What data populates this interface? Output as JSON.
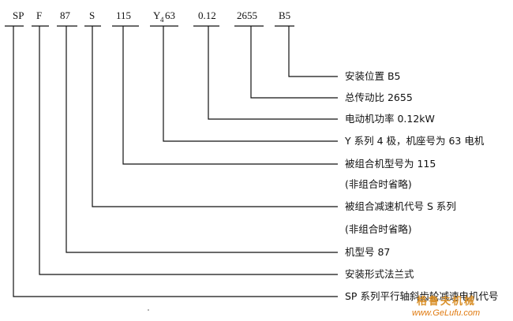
{
  "codes": [
    {
      "text": "SP"
    },
    {
      "text": "F"
    },
    {
      "text": "87"
    },
    {
      "text": "S"
    },
    {
      "text": "115"
    },
    {
      "text": "Y",
      "sub": "4",
      "tail": "63"
    },
    {
      "text": "0.12"
    },
    {
      "text": "2655"
    },
    {
      "text": "B5"
    }
  ],
  "descriptions": [
    "安装位置 B5",
    "总传动比 2655",
    "电动机功率 0.12kW",
    "Y 系列 4 极，机座号为 63 电机",
    "被组合机型号为 115",
    "(非组合时省略)",
    "被组合减速机代号 S 系列",
    "(非组合时省略)",
    "机型号 87",
    "安装形式法兰式",
    "SP 系列平行轴斜齿轮减速电机代号"
  ],
  "watermark": {
    "brand": "格鲁夫机械",
    "url": "www.GeLufu.com"
  }
}
